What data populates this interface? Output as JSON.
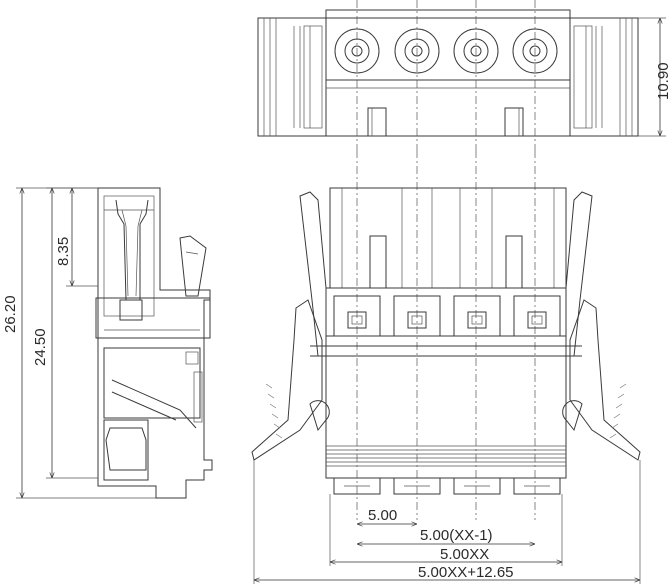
{
  "dimensions": {
    "top_height": "10.90",
    "side_pitch_upper": "8.35",
    "side_total_height": "26.20",
    "side_body_height": "24.50",
    "pitch": "5.00",
    "pitch_span": "5.00(XX-1)",
    "body_width": "5.00XX",
    "overall_width": "5.00XX+12.65"
  }
}
